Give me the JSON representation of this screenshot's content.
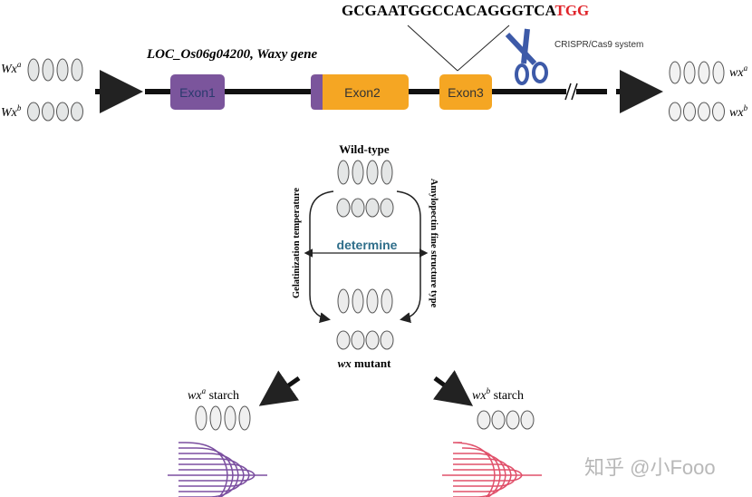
{
  "sequence": {
    "main": "GCGAATGGCCACAGGGTCA",
    "pam": "TGG",
    "pam_color": "#e0242a"
  },
  "crispr_label": "CRISPR/Cas9 system",
  "gene_label": "LOC_Os06g04200, Waxy gene",
  "exons": [
    {
      "label": "Exon1",
      "color": "#7b559c"
    },
    {
      "label": "Exon2",
      "color": "#f5a623"
    },
    {
      "label": "Exon3",
      "color": "#f5a623"
    }
  ],
  "left_alleles": [
    {
      "base": "Wx",
      "sup": "a"
    },
    {
      "base": "Wx",
      "sup": "b"
    }
  ],
  "right_alleles": [
    {
      "base": "wx",
      "sup": "a"
    },
    {
      "base": "wx",
      "sup": "b"
    }
  ],
  "wild_type_label": "Wild-type",
  "mutant_label": {
    "base": "wx",
    "rest": " mutant"
  },
  "determine_label": "determine",
  "left_trait": "Gelatinization temperature",
  "right_trait": "Amylopectin fine structure type",
  "starch_a": {
    "base": "wx",
    "sup": "a",
    "rest": " starch",
    "color": "#7b4fa0"
  },
  "starch_b": {
    "base": "wx",
    "sup": "b",
    "rest": " starch",
    "color": "#e0506a"
  },
  "watermark": "知乎 @小Fooo",
  "icons": {
    "scissors": "scissors-icon"
  }
}
